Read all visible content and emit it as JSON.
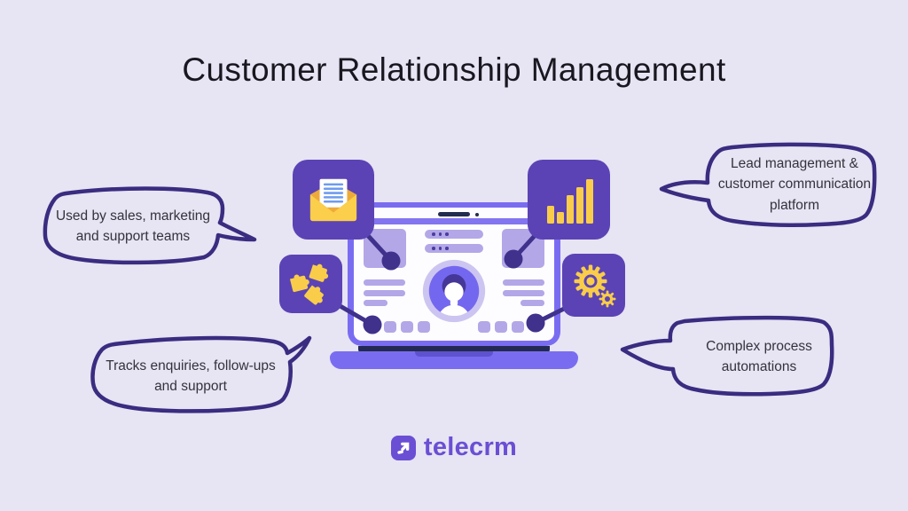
{
  "title": "Customer Relationship Management",
  "bubbles": [
    {
      "text": "Used by sales, marketing and support teams"
    },
    {
      "text": "Lead management & customer communication platform"
    },
    {
      "text": "Tracks enquiries, follow-ups and support"
    },
    {
      "text": "Complex process automations"
    }
  ],
  "logo": {
    "text": "telecrm"
  },
  "icons": {
    "top_left": "envelope-icon",
    "top_right": "bar-chart-icon",
    "mid_left": "puzzle-icon",
    "mid_right": "gears-icon",
    "logo_mark": "arrow-up-right-icon",
    "screen_center": "person-avatar"
  },
  "colors": {
    "background": "#e7e4f3",
    "tile_purple": "#5b43b5",
    "laptop_purple": "#7a6cf1",
    "screen_light_purple": "#b3a7e8",
    "connector_dark_purple": "#40318c",
    "bubble_outline": "#3a2c80",
    "accent_yellow": "#f9cd4a",
    "logo_purple": "#6a4fd4",
    "title_text": "#19171f",
    "body_text": "#34333c"
  }
}
